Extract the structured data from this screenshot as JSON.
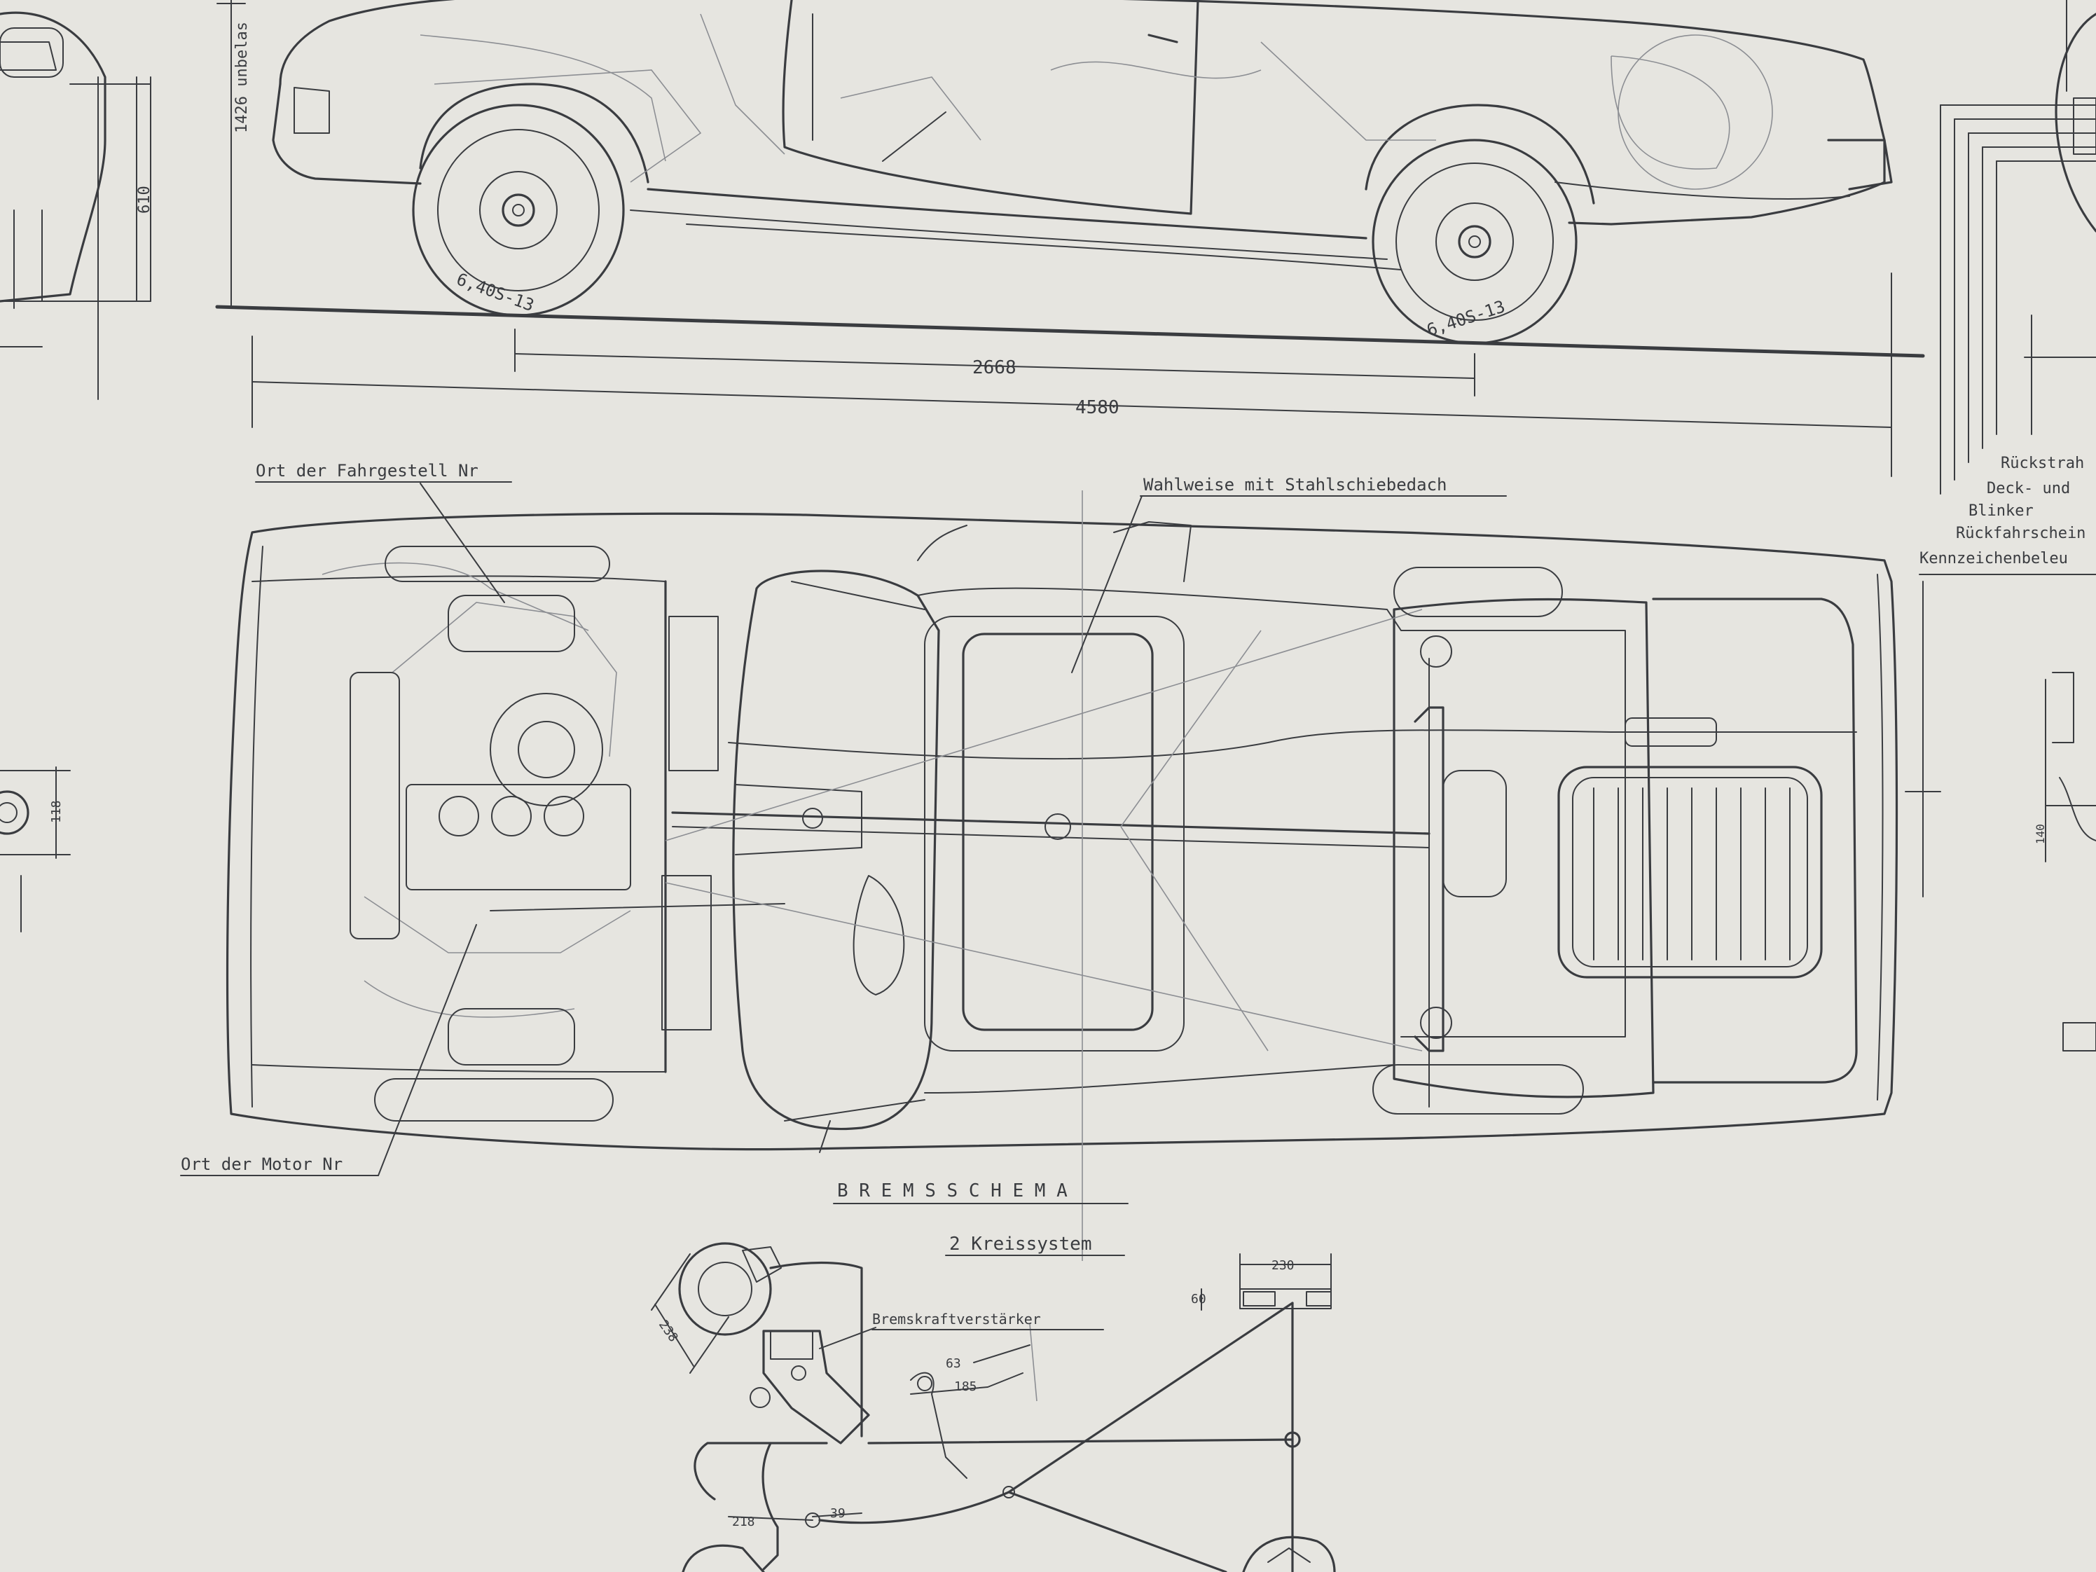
{
  "colors": {
    "paper": "#e6e5e0",
    "ink": "#3a3c40",
    "red_ink": "#9a5a54"
  },
  "side_view": {
    "dim_height": "1426 unbelas",
    "dim_610": "610",
    "tyre_front": "6,40S-13",
    "tyre_rear": "6,40S-13",
    "dim_wheelbase": "2668",
    "dim_length": "4580"
  },
  "plan_view": {
    "chassis_no_label": "Ort der Fahrgestell Nr",
    "sunroof_label": "Wahlweise mit Stahlschiebedach",
    "engine_no_label": "Ort der Motor Nr",
    "side_dim_left": "118"
  },
  "brake_schema": {
    "title": "B R E M S S C H E M A",
    "subtitle": "2 Kreissystem",
    "booster_label": "Bremskraftverstärker",
    "dim_238": "238",
    "dim_63": "63",
    "dim_185": "185",
    "dim_230": "230",
    "dim_60": "60",
    "dim_218": "218",
    "dim_39": "39"
  },
  "rear_view_right": {
    "lamp_1": "Rückstrah",
    "lamp_2": "Deck- und",
    "lamp_3": "Blinker",
    "lamp_4": "Rückfahrschein",
    "lamp_5": "Kennzeichenbeleu",
    "dim_small": "140"
  }
}
